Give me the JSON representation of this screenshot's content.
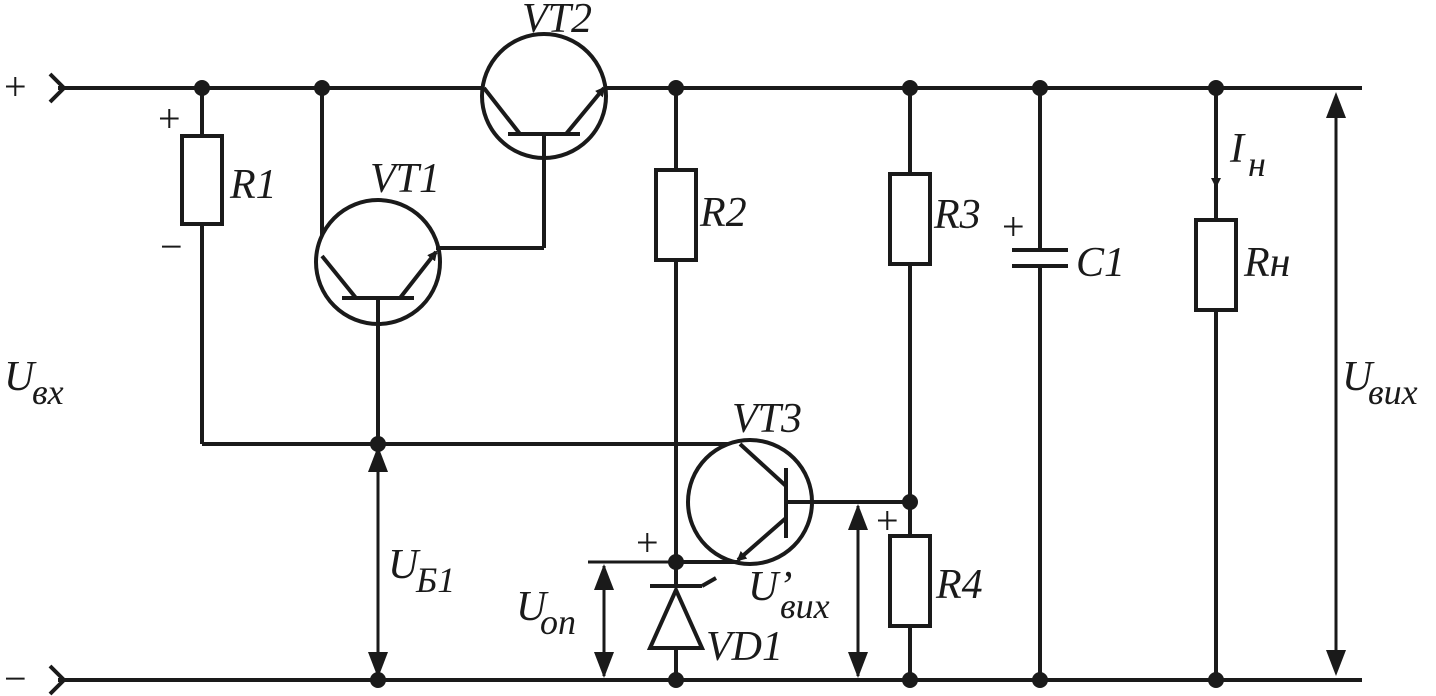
{
  "labels": {
    "r1": "R1",
    "r2": "R2",
    "r3": "R3",
    "r4": "R4",
    "rn": "Rн",
    "c1": "C1",
    "vt1": "VT1",
    "vt2": "VT2",
    "vt3": "VT3",
    "vd1": "VD1",
    "u_in": "U",
    "u_in_sub": "вх",
    "u_out": "U",
    "u_out_sub": "вих",
    "u_b1": "U",
    "u_b1_sub": "Б1",
    "u_op": "U",
    "u_op_sub": "оп",
    "u_out_prime": "U’",
    "u_out_prime_sub": "вих",
    "i_n": "I",
    "i_n_sub": "н",
    "plus_in": "+",
    "minus_in": "−",
    "plus_r1": "+",
    "minus_r1": "−",
    "plus_c1": "+",
    "plus_vd1": "+",
    "plus_r4": "+"
  }
}
